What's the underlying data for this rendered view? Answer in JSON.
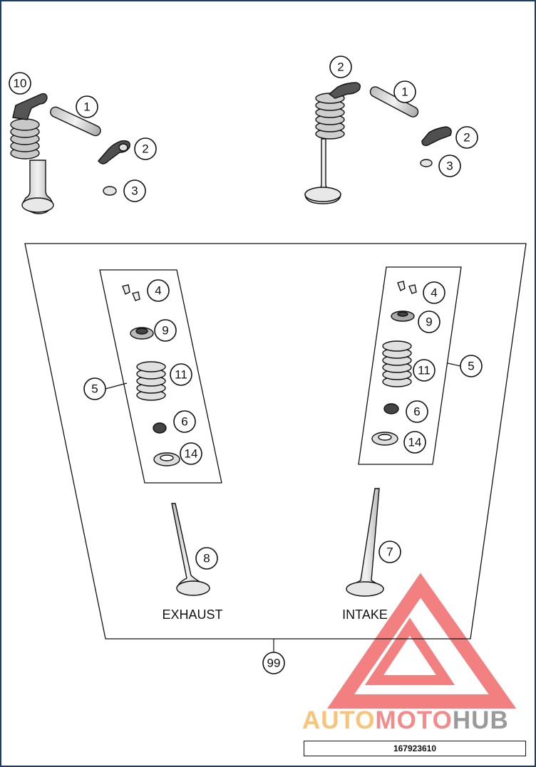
{
  "labels": {
    "exhaust": "EXHAUST",
    "intake": "INTAKE"
  },
  "part_number": "167923610",
  "watermark": {
    "word_parts": [
      "AUTO",
      "MOTO",
      "HUB"
    ],
    "colors": [
      "#f7c47a",
      "#f48a8a",
      "#9a9a9a"
    ],
    "logo_color": "#f06a6a"
  },
  "callouts": {
    "c10": "10",
    "c1a": "1",
    "c2a": "2",
    "c3a": "3",
    "c2b": "2",
    "c1b": "1",
    "c2c": "2",
    "c3b": "3",
    "c4a": "4",
    "c9a": "9",
    "c11a": "11",
    "c5a": "5",
    "c6a": "6",
    "c14a": "14",
    "c4b": "4",
    "c9b": "9",
    "c11b": "11",
    "c5b": "5",
    "c6b": "6",
    "c14b": "14",
    "c8": "8",
    "c7": "7",
    "c99": "99"
  },
  "colors": {
    "frame": "#1f3d63",
    "part_fill": "#d9d9d9",
    "part_dark": "#8c8c8c"
  }
}
